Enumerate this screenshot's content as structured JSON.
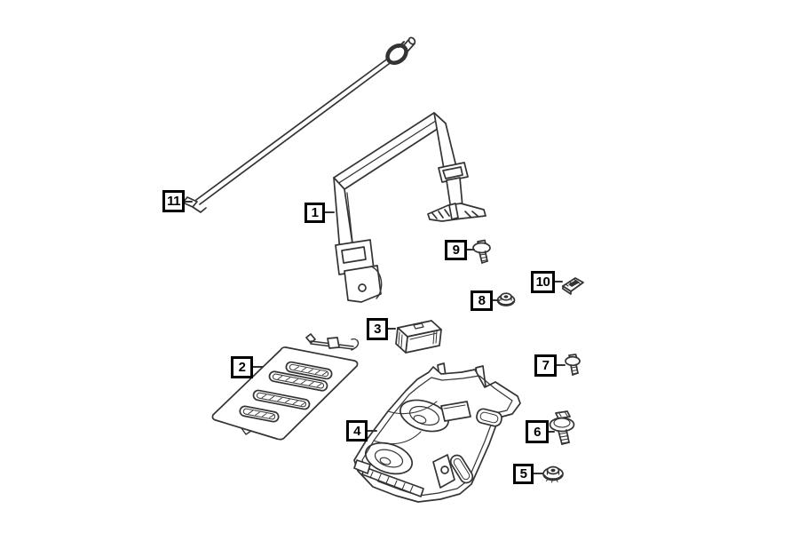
{
  "diagram": {
    "kind": "exploded-parts-diagram",
    "background": "#ffffff",
    "line_color": "#333333",
    "label_border_color": "#000000",
    "label_text_color": "#000000"
  },
  "callouts": [
    {
      "number": "1",
      "part": "battery-hold-down-strap"
    },
    {
      "number": "2",
      "part": "vented-cover-panel"
    },
    {
      "number": "3",
      "part": "spacer-block"
    },
    {
      "number": "4",
      "part": "battery-tray"
    },
    {
      "number": "5",
      "part": "flange-nut-large"
    },
    {
      "number": "6",
      "part": "washer-head-bolt"
    },
    {
      "number": "7",
      "part": "hex-screw-small"
    },
    {
      "number": "8",
      "part": "flange-nut-small"
    },
    {
      "number": "9",
      "part": "washer-head-screw"
    },
    {
      "number": "10",
      "part": "u-clip-nut"
    },
    {
      "number": "11",
      "part": "hold-down-rod"
    }
  ]
}
